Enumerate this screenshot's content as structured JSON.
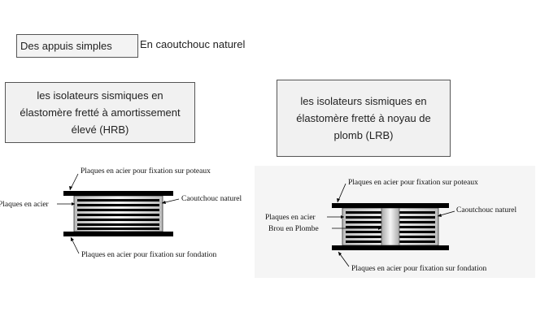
{
  "header": {
    "simple_supports": "Des appuis simples",
    "material": "En caoutchouc naturel"
  },
  "hrb": {
    "title_lines": [
      "les isolateurs sismiques en",
      "élastomère fretté à amortissement",
      "élevé (HRB)"
    ],
    "labels": {
      "top_plate": "Plaques en acier pour fixation sur poteaux",
      "steel_plates": "Plaques en acier",
      "rubber": "Caoutchouc naturel",
      "bottom_plate": "Plaques en acier pour fixation sur fondation"
    }
  },
  "lrb": {
    "title_lines": [
      "les isolateurs sismiques en",
      "élastomère fretté à noyau de",
      "plomb (LRB)"
    ],
    "labels": {
      "top_plate": "Plaques en acier pour fixation sur poteaux",
      "steel_plates": "Plaques en acier",
      "lead_core": "Brou en Plombe",
      "rubber": "Caoutchouc naturel",
      "bottom_plate": "Plaques en acier pour fixation sur fondation"
    }
  },
  "colors": {
    "steel": "#000000",
    "rubber_light": "#d4d4d4",
    "box_fill": "#f1f1f1",
    "diagram2_bg": "#f3f3f3"
  }
}
